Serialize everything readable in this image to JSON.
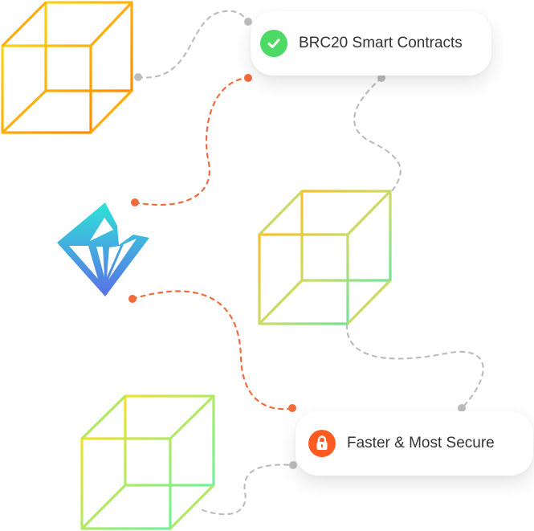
{
  "cards": {
    "smart_contracts": {
      "label": "BRC20 Smart Contracts",
      "icon": "check-icon",
      "color": "#4cd964"
    },
    "security": {
      "label": "Faster & Most Secure",
      "icon": "lock-icon",
      "color": "#ff5a1f"
    }
  },
  "graphics": {
    "logo": "diamond-logo",
    "cube_icon": "wireframe-cube",
    "connector_colors": {
      "grey": "#b5b5b5",
      "orange": "#f26b3a"
    }
  }
}
